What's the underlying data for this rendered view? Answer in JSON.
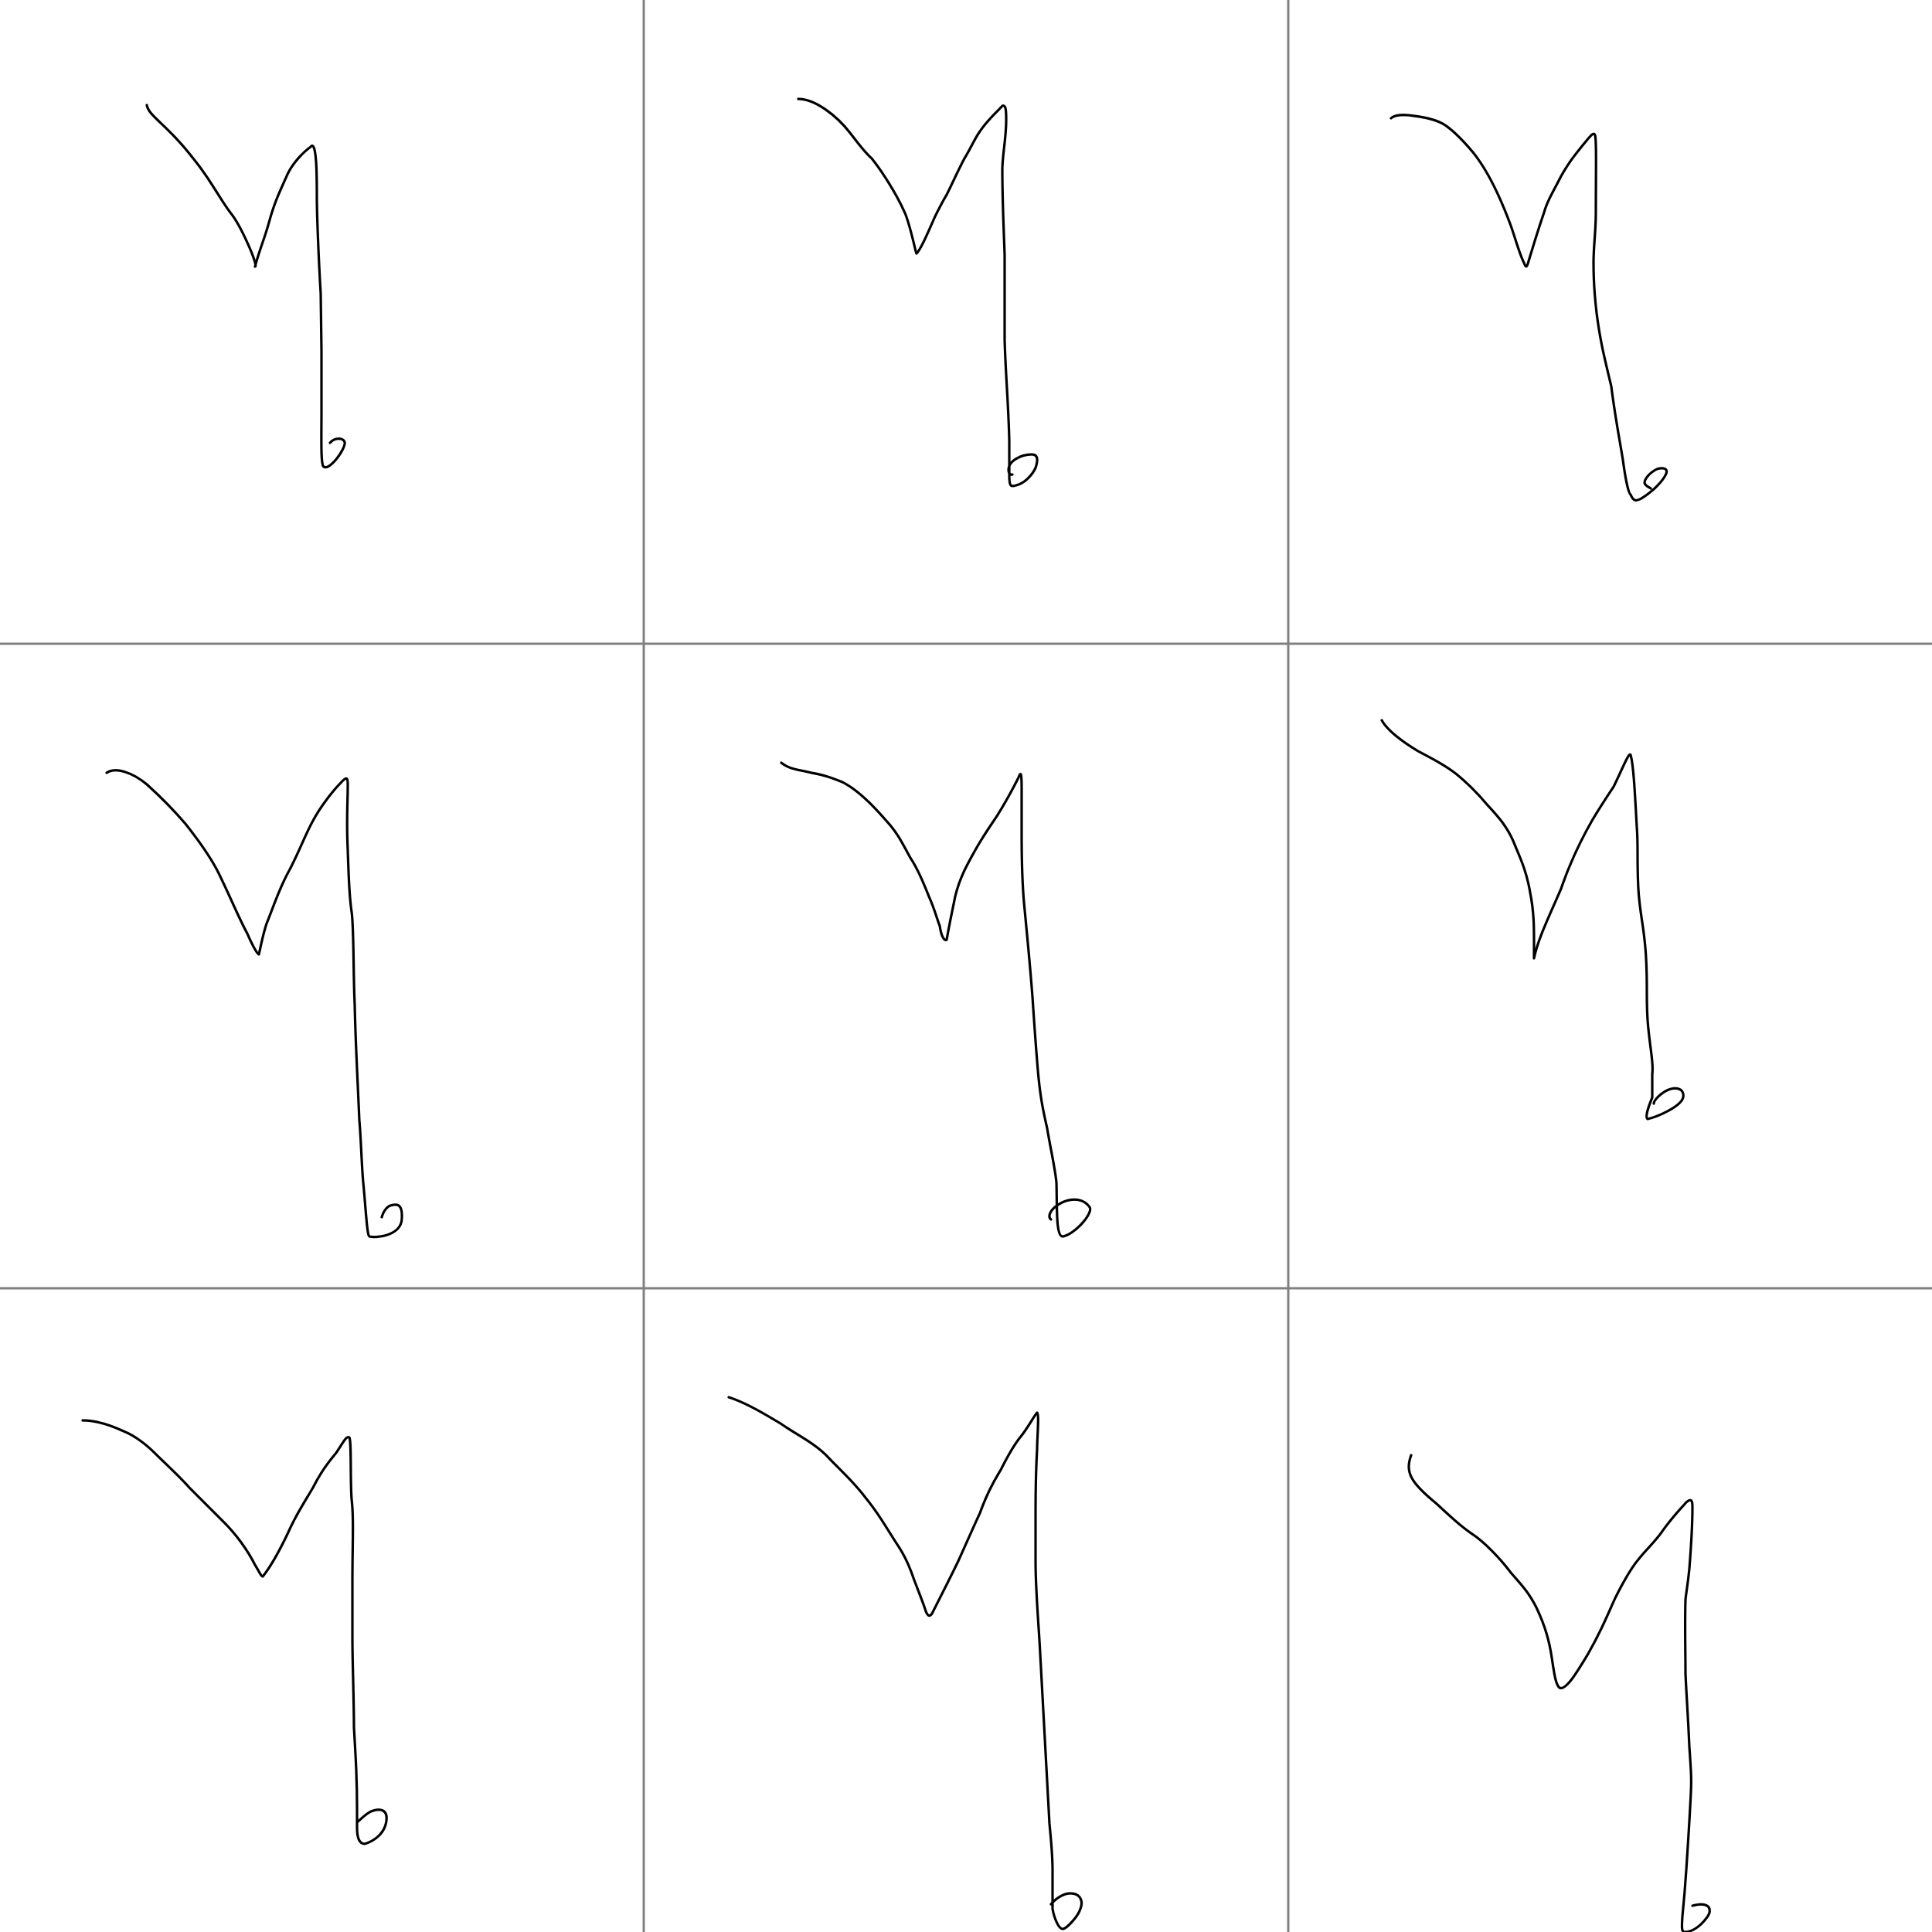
{
  "grid": {
    "rows": 3,
    "columns": 3,
    "line_color": "#808080",
    "background_color": "#ffffff"
  },
  "sketches": [
    {
      "symbol": "capricorn-glyph",
      "row": 1,
      "column": 1,
      "ink_color": "#000000"
    },
    {
      "symbol": "capricorn-glyph",
      "row": 1,
      "column": 2,
      "ink_color": "#000000"
    },
    {
      "symbol": "capricorn-glyph",
      "row": 1,
      "column": 3,
      "ink_color": "#000000"
    },
    {
      "symbol": "capricorn-glyph",
      "row": 2,
      "column": 1,
      "ink_color": "#000000"
    },
    {
      "symbol": "capricorn-glyph",
      "row": 2,
      "column": 2,
      "ink_color": "#000000"
    },
    {
      "symbol": "capricorn-glyph",
      "row": 2,
      "column": 3,
      "ink_color": "#000000"
    },
    {
      "symbol": "capricorn-glyph",
      "row": 3,
      "column": 1,
      "ink_color": "#000000"
    },
    {
      "symbol": "capricorn-glyph",
      "row": 3,
      "column": 2,
      "ink_color": "#000000"
    },
    {
      "symbol": "capricorn-glyph",
      "row": 3,
      "column": 3,
      "ink_color": "#000000"
    }
  ]
}
